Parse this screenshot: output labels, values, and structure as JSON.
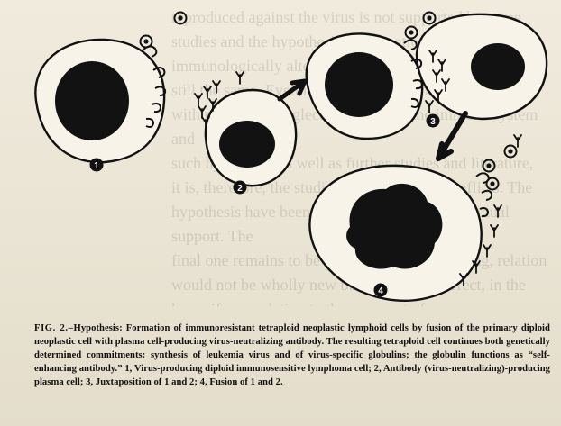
{
  "figure": {
    "markers": [
      {
        "id": "cell-1",
        "label": "1"
      },
      {
        "id": "cell-2",
        "label": "2"
      },
      {
        "id": "cell-3",
        "label": "3"
      },
      {
        "id": "cell-4",
        "label": "4"
      }
    ]
  },
  "caption": {
    "label": "FIG. 2.–",
    "text": "Hypothesis: Formation of immunoresistant tetraploid neoplastic lymphoid cells by fusion of the primary diploid neoplastic cell with plasma cell-producing virus-neutralizing antibody. The resulting tetraploid cell continues both genetically determined commitments: synthesis of leukemia virus and of virus-specific globulins; the globulin functions as “self-enhancing antibody.” 1, Virus-producing diploid immunosensitive lymphoma cell; 2, Antibody (virus-neutralizing)-producing plasma cell; 3, Juxtaposition of 1 and 2; 4, Fusion of 1 and 2."
  },
  "bleed_through": {
    "text": "reproduced against the virus is not supported by some\nstudies and the hypothesis of formation of a complex of\nimmunologically altered cells in the host is neither\nstill the same. Even if the intersection of these\nwith previously neglected aspects of the immune system and\nsuch hypothesis as well as further studies and literature,\nit is, therefore, the studies on which large conflicts. The\nhypothesis have been tested to use their own mutual support. The\nfinal one remains to be approved without finding, relation\nwould not be wholly new but that it was correct, in the\nhope, if any, relation to the conquest of cancer."
  }
}
